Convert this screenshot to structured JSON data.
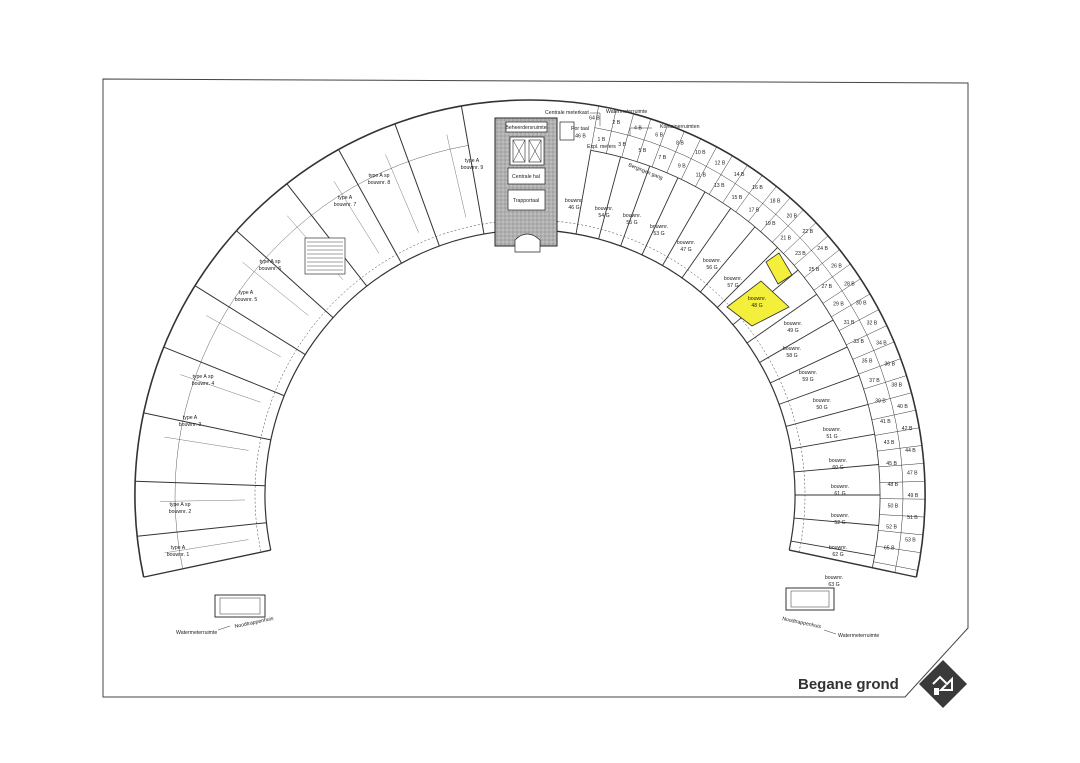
{
  "title": "Begane grond",
  "highlight_color": "#f4ef3a",
  "core_labels": {
    "beheerdersruimte": "Beheerdersruimte",
    "centrale_hal": "Centrale hal",
    "trappenhuis": "Trapportaal",
    "centrale_meterkast": "Centrale meterkast",
    "watermeterruimte_top": "Watermeterruimte",
    "kontainerruimten": "Kontainerruimten",
    "portaal": "Por taal",
    "expl_meters": "Expl. meters",
    "bergingen_gang": "Bergingen gang"
  },
  "left_labels": [
    {
      "line1": "type A",
      "line2": "bouwnr. 9"
    },
    {
      "line1": "type A sp",
      "line2": "bouwnr. 8"
    },
    {
      "line1": "type A",
      "line2": "bouwnr. 7"
    },
    {
      "line1": "type A sp",
      "line2": "bouwnr. 6"
    },
    {
      "line1": "type A",
      "line2": "bouwnr. 5"
    },
    {
      "line1": "type A sp",
      "line2": "bouwnr. 4"
    },
    {
      "line1": "type A",
      "line2": "bouwnr. 3"
    },
    {
      "line1": "type A sp",
      "line2": "bouwnr. 2"
    },
    {
      "line1": "type A",
      "line2": "bouwnr. 1"
    }
  ],
  "right_labels": [
    {
      "line1": "bouwnr.",
      "line2": "46 G"
    },
    {
      "line1": "bouwnr.",
      "line2": "54 G"
    },
    {
      "line1": "bouwnr.",
      "line2": "55 G"
    },
    {
      "line1": "bouwnr.",
      "line2": "53 G"
    },
    {
      "line1": "bouwnr.",
      "line2": "47 G"
    },
    {
      "line1": "bouwnr.",
      "line2": "56 G"
    },
    {
      "line1": "bouwnr.",
      "line2": "57 G"
    },
    {
      "line1": "bouwnr.",
      "line2": "48 G"
    },
    {
      "line1": "bouwnr.",
      "line2": "49 G"
    },
    {
      "line1": "bouwnr.",
      "line2": "58 G"
    },
    {
      "line1": "bouwnr.",
      "line2": "59 G"
    },
    {
      "line1": "bouwnr.",
      "line2": "50 G"
    },
    {
      "line1": "bouwnr.",
      "line2": "51 G"
    },
    {
      "line1": "bouwnr.",
      "line2": "60 G"
    },
    {
      "line1": "bouwnr.",
      "line2": "61 G"
    },
    {
      "line1": "bouwnr.",
      "line2": "52 G"
    },
    {
      "line1": "bouwnr.",
      "line2": "62 G"
    },
    {
      "line1": "bouwnr.",
      "line2": "63 G"
    }
  ],
  "storage_labels": [
    "46 B",
    "64 B",
    "1 B",
    "2 B",
    "3 B",
    "4 B",
    "5 B",
    "6 B",
    "7 B",
    "8 B",
    "9 B",
    "10 B",
    "11 B",
    "12 B",
    "13 B",
    "14 B",
    "15 B",
    "16 B",
    "17 B",
    "18 B",
    "19 B",
    "20 B",
    "21 B",
    "22 B",
    "23 B",
    "24 B",
    "25 B",
    "26 B",
    "27 B",
    "28 B",
    "29 B",
    "30 B",
    "31 B",
    "32 B",
    "33 B",
    "34 B",
    "35 B",
    "36 B",
    "37 B",
    "38 B",
    "39 B",
    "40 B",
    "41 B",
    "42 B",
    "43 B",
    "44 B",
    "45 B",
    "47 B",
    "48 B",
    "49 B",
    "50 B",
    "51 B",
    "52 B",
    "53 B",
    "65 B"
  ],
  "footer_labels": {
    "watermeterruimte_left": "Watermeterruimte",
    "noodtrappenhuis_left": "Noodtrappenhuis",
    "noodtrappenhuis_right": "Noodtrappenhuis",
    "watermeterruimte_right": "Watermeterruimte"
  }
}
